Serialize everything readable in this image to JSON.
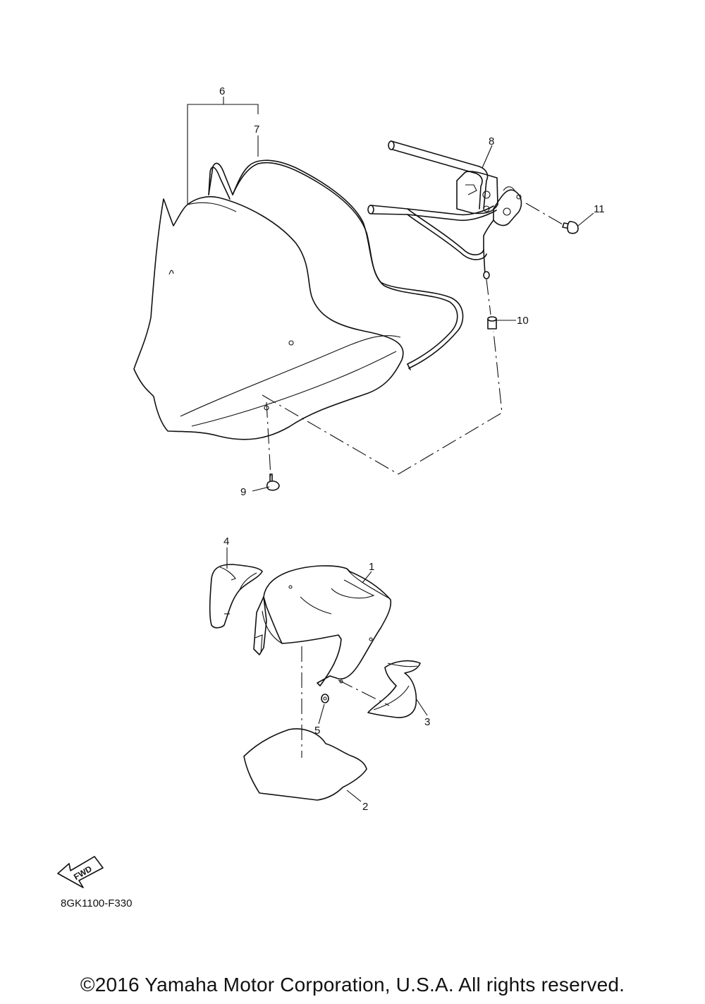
{
  "diagram": {
    "code": "8GK1100-F330",
    "copyright": "©2016 Yamaha Motor Corporation, U.S.A. All rights reserved.",
    "direction_label": "FWD",
    "callouts": [
      "1",
      "2",
      "3",
      "4",
      "5",
      "6",
      "7",
      "8",
      "9",
      "10",
      "11"
    ]
  }
}
